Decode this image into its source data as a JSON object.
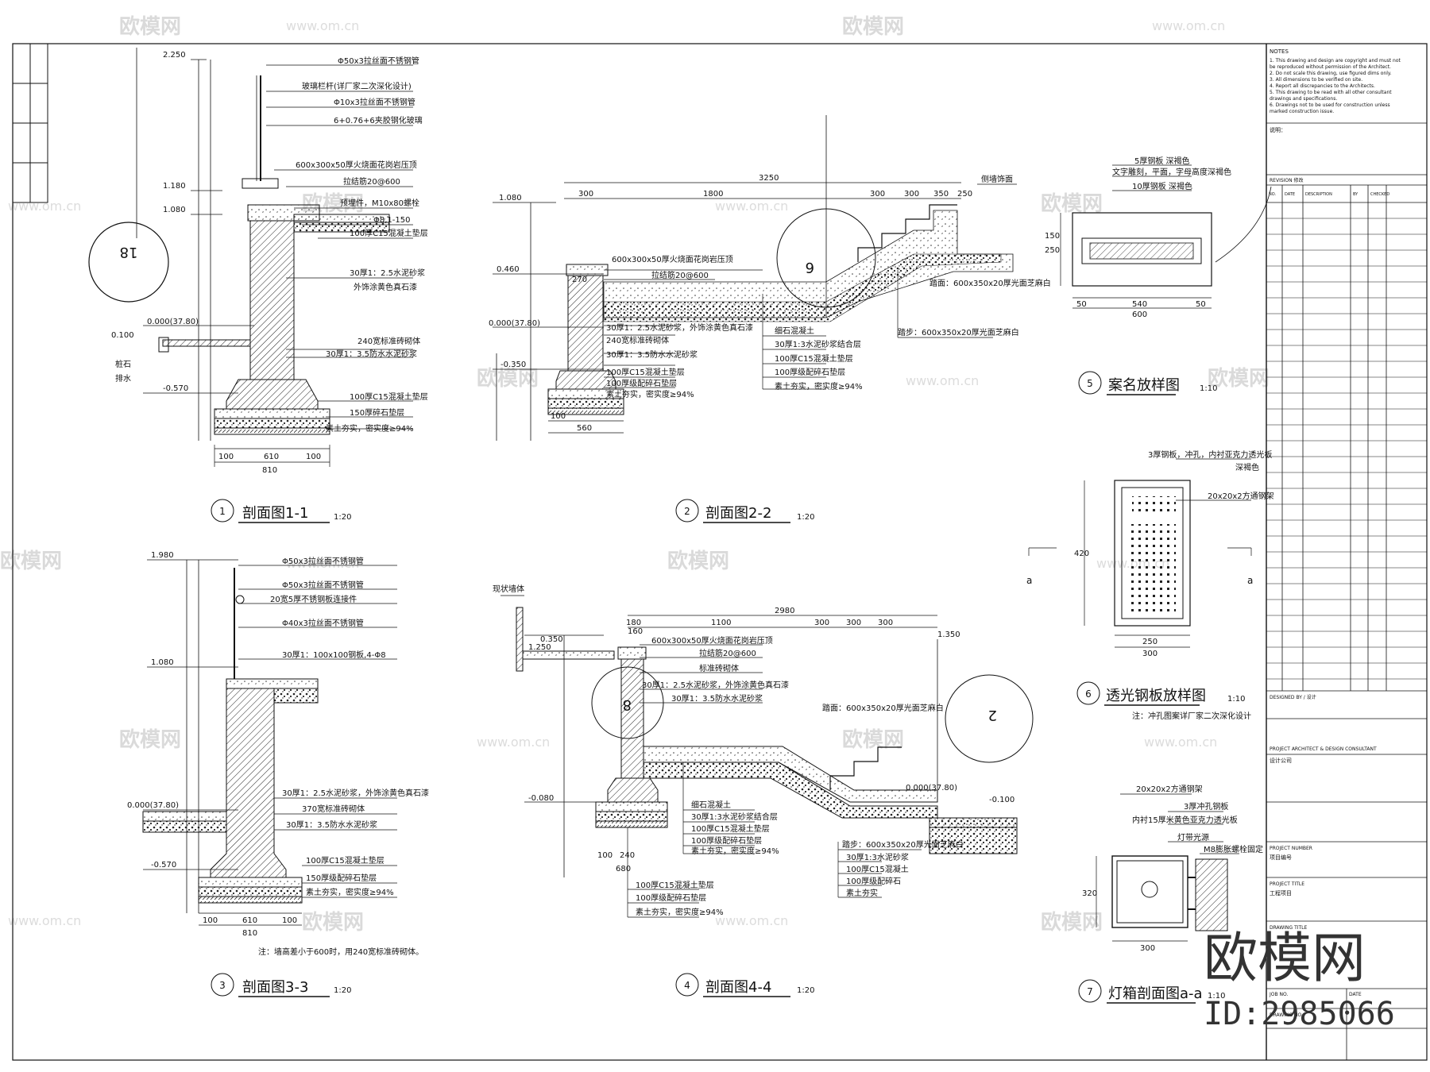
{
  "watermark": {
    "brand": "欧模网",
    "site": "www.om.cn"
  },
  "logo": {
    "brand": "欧模网",
    "id": "ID:2985066"
  },
  "drawings": [
    {
      "num": "1",
      "title": "剖面图1-1",
      "scale": "1:20"
    },
    {
      "num": "2",
      "title": "剖面图2-2",
      "scale": "1:20"
    },
    {
      "num": "3",
      "title": "剖面图3-3",
      "scale": "1:20"
    },
    {
      "num": "4",
      "title": "剖面图4-4",
      "scale": "1:20"
    },
    {
      "num": "5",
      "title": "案名放样图",
      "scale": "1:10"
    },
    {
      "num": "6",
      "title": "透光钢板放样图",
      "scale": "1:10"
    },
    {
      "num": "7",
      "title": "灯箱剖面图a-a",
      "scale": "1:10"
    }
  ],
  "section_marks": {
    "s1": "18",
    "s2": "6",
    "s4a": "8",
    "s4b": "2"
  },
  "s1": {
    "levels": [
      "2.250",
      "1.180",
      "1.080",
      "0.000(37.80)",
      "0.100",
      "-0.570"
    ],
    "labels": [
      "Φ50x3拉丝面不锈钢管",
      "玻璃栏杆(详厂家二次深化设计)",
      "Φ10x3拉丝面不锈钢管",
      "6+0.76+6夹胶钢化玻璃",
      "600x300x50厚火烧面花岗岩压顶",
      "拉结筋20@600",
      "预埋件，M10x80螺栓",
      "Φ8,1-150",
      "100厚C15混凝土垫层",
      "30厚1：2.5水泥砂浆",
      "外饰涂黄色真石漆",
      "240宽标准砖砌体",
      "30厚1：3.5防水水泥砂浆",
      "100厚C15混凝土垫层",
      "150厚碎石垫层",
      "素土夯实，密实度≥94%"
    ],
    "dims": [
      "810",
      "100",
      "610",
      "100"
    ],
    "side": [
      "桩石",
      "排水"
    ]
  },
  "s2": {
    "top_dims": [
      "3250",
      "300",
      "1800",
      "300",
      "300",
      "350",
      "250"
    ],
    "levels": [
      "1.080",
      "0.460",
      "0.000(37.80)",
      "-0.350"
    ],
    "labels": [
      "600x300x50厚火烧面花岗岩压顶",
      "拉结筋20@600",
      "30厚1：2.5水泥砂浆，外饰涂黄色真石漆",
      "240宽标准砖砌体",
      "30厚1：3.5防水水泥砂浆",
      "100厚C15混凝土垫层",
      "100厚级配碎石垫层",
      "素土夯实，密实度≥94%",
      "踏面：600x350x20厚光面芝麻白",
      "细石混凝土",
      "30厚1:3水泥砂浆结合层",
      "100厚C15混凝土垫层",
      "100厚级配碎石垫层",
      "素土夯实，密实度≥94%",
      "侧墙饰面",
      "踏步：600x350x20厚光面芝麻白"
    ],
    "dims": [
      "560",
      "270",
      "100"
    ]
  },
  "s3": {
    "levels": [
      "1.980",
      "1.080",
      "0.000(37.80)",
      "-0.570"
    ],
    "labels": [
      "Φ50x3拉丝面不锈钢管",
      "Φ50x3拉丝面不锈钢管",
      "20宽5厚不锈钢板连接件",
      "Φ40x3拉丝面不锈钢管",
      "30厚1：100x100钢板,4-Φ8",
      "30厚1：2.5水泥砂浆，外饰涂黄色真石漆",
      "370宽标准砖砌体",
      "30厚1：3.5防水水泥砂浆",
      "100厚C15混凝土垫层",
      "150厚级配碎石垫层",
      "素土夯实，密实度≥94%"
    ],
    "note": "注：墙高差小于600时，用240宽标准砖砌体。",
    "dims": [
      "810",
      "100",
      "610",
      "100"
    ]
  },
  "s4": {
    "top_dims": [
      "2980",
      "180",
      "160",
      "1100",
      "300",
      "300",
      "300"
    ],
    "levels": [
      "1.350",
      "1.250",
      "0.350",
      "-0.080",
      "0.000(37.80)",
      "-0.100"
    ],
    "labels": [
      "现状墙体",
      "600x300x50厚火烧面花岗岩压顶",
      "拉结筋20@600",
      "标准砖砌体",
      "30厚1：2.5水泥砂浆，外饰涂黄色真石漆",
      "30厚1：3.5防水水泥砂浆",
      "踏面：600x350x20厚光面芝麻白",
      "细石混凝土",
      "30厚1:3水泥砂浆结合层",
      "100厚C15混凝土垫层",
      "100厚级配碎石垫层",
      "素土夯实，密实度≥94%",
      "100厚C15混凝土垫层",
      "100厚级配碎石垫层",
      "素土夯实，密实度≥94%",
      "踏步：600x350x20厚光面芝麻白",
      "30厚1:3水泥砂浆",
      "100厚C15混凝土",
      "100厚级配碎石",
      "素土夯实"
    ],
    "dims": [
      "680",
      "240",
      "100"
    ]
  },
  "s5": {
    "labels": [
      "5厚钢板 深褐色",
      "文字雕刻，平面，字母高度深褐色",
      "10厚钢板 深褐色"
    ],
    "dims": [
      "50",
      "540",
      "50",
      "600",
      "250",
      "150"
    ]
  },
  "s6": {
    "labels": [
      "3厚钢板，冲孔，内衬亚克力透光板",
      "深褐色",
      "20x20x2方通钢架"
    ],
    "note": "注：冲孔图案详厂家二次深化设计",
    "dims": [
      "420",
      "250",
      "300"
    ],
    "cut_mark": "a"
  },
  "s7": {
    "labels": [
      "20x20x2方通钢架",
      "3厚冲孔钢板",
      "内衬15厚米黄色亚克力透光板",
      "灯带光源",
      "M8膨胀螺栓固定"
    ],
    "dims": [
      "300",
      "320"
    ]
  },
  "title_block": {
    "notes_heading": "NOTES",
    "notes": [
      "1. This drawing and design are copyright and must not",
      "   be reproduced without permission of the Architect.",
      "2. Do not scale this drawing, use figured dims only.",
      "3. All dimensions to be verified on site.",
      "4. Report all discrepancies to the Architects.",
      "5. This drawing to be read with all other consultant",
      "   drawings and specifications.",
      "6. Drawings not to be used for construction unless",
      "   marked construction issue."
    ],
    "cn_heading": "说明：",
    "revision_heading": "REVISION 修改",
    "rev_cols": [
      "NO.",
      "DATE",
      "DESCRIPTION",
      "BY",
      "CHECKED"
    ],
    "architect_label": "DESIGNED BY / 设计",
    "consultant_label": "PROJECT ARCHITECT & DESIGN CONSULTANT",
    "consultant_value": "设计公司",
    "project_label": "PROJECT NUMBER",
    "project_value": "项目编号",
    "title_label": "PROJECT TITLE",
    "title_value": "工程项目",
    "drawing_label": "DRAWING TITLE",
    "job_label": "JOB NO.",
    "date_label": "DATE",
    "drawing_no_label": "DRAWING NO."
  }
}
